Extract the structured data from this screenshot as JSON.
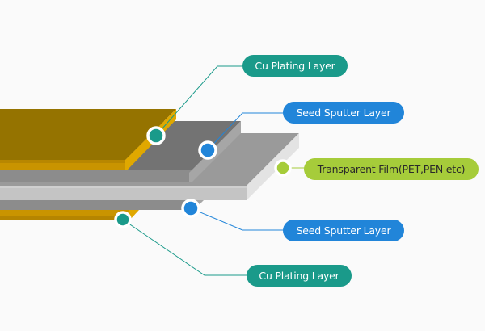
{
  "title": "Copper clad transparent film layer structure",
  "colors": {
    "background": "#fafafa",
    "cu_label": "#1a9a8a",
    "seed_label": "#2185d9",
    "film_label": "#a6cc3a",
    "cu_top_face": "#957300",
    "cu_edge": "#e0a800",
    "cu_front": "#c99400",
    "seed_top_face": "#737373",
    "seed_front": "#8c8c8c",
    "seed_edge": "#a6a6a6",
    "film_top_face": "#9a9a9a",
    "film_front": "#c4c4c4",
    "film_side": "#e3e3e3"
  },
  "layers": [
    {
      "id": "cu-top",
      "label": "Cu Plating Layer",
      "marker_color": "#1a9a8a"
    },
    {
      "id": "seed-top",
      "label": "Seed Sputter Layer",
      "marker_color": "#2185d9"
    },
    {
      "id": "film",
      "label": "Transparent Film(PET,PEN etc)",
      "marker_color": "#a6cc3a"
    },
    {
      "id": "seed-bottom",
      "label": "Seed Sputter Layer",
      "marker_color": "#2185d9"
    },
    {
      "id": "cu-bottom",
      "label": "Cu Plating Layer",
      "marker_color": "#1a9a8a"
    }
  ]
}
